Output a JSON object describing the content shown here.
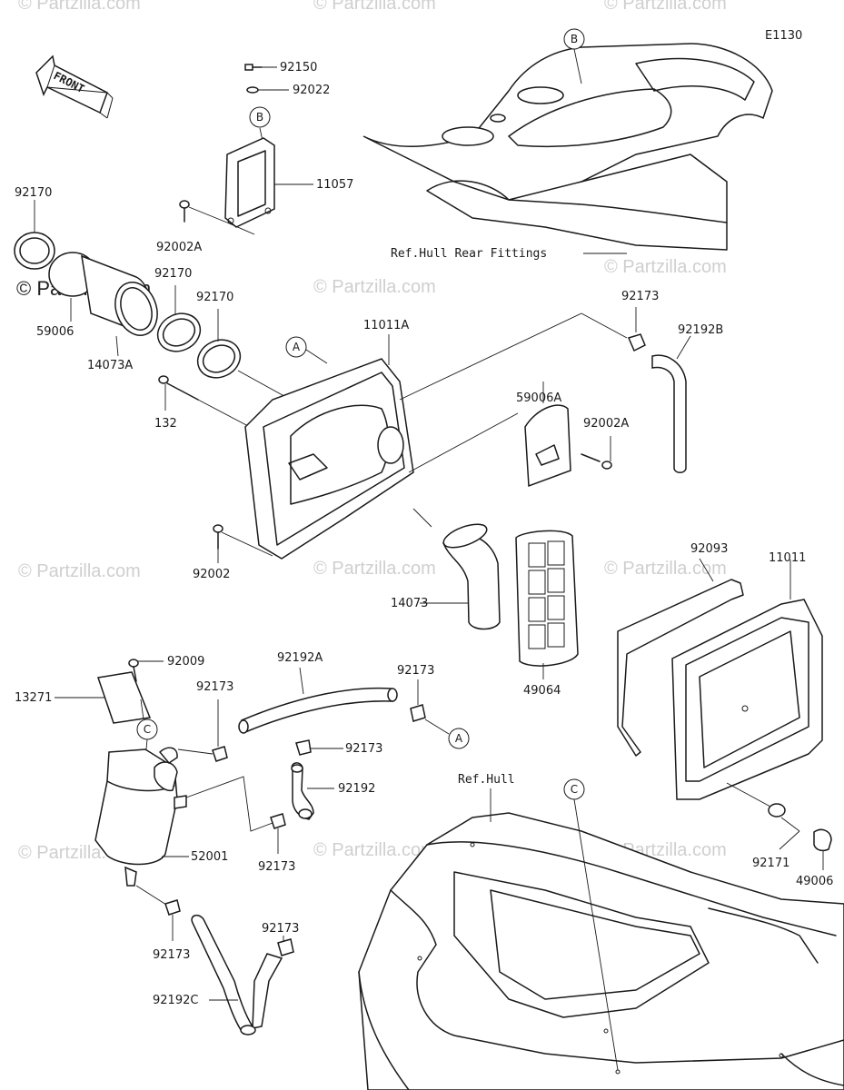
{
  "diagram_code": "E1130",
  "front_arrow_label": "FRONT",
  "watermark": "© Partzilla.com",
  "refs": {
    "hull_rear_fittings": "Ref.Hull Rear Fittings",
    "hull": "Ref.Hull"
  },
  "callouts": {
    "a1": "A",
    "a2": "A",
    "b1": "B",
    "b2": "B",
    "c1": "C",
    "c2": "C"
  },
  "part_numbers": {
    "p92150": "92150",
    "p92022": "92022",
    "p11057": "11057",
    "p92170a": "92170",
    "p92002a_top": "92002A",
    "p92170b": "92170",
    "p59006": "59006",
    "p92170c": "92170",
    "p14073a": "14073A",
    "p11011a": "11011A",
    "p132": "132",
    "p92173_top": "92173",
    "p92192b": "92192B",
    "p59006a": "59006A",
    "p92002a_right": "92002A",
    "p92002": "92002",
    "p14073": "14073",
    "p49064": "49064",
    "p92093": "92093",
    "p11011": "11011",
    "p92009": "92009",
    "p92192a": "92192A",
    "p92173_mid": "92173",
    "p13271": "13271",
    "p92173_left": "92173",
    "p92173_hose": "92173",
    "p92192": "92192",
    "p52001": "52001",
    "p92173_low": "92173",
    "p92171": "92171",
    "p49006": "49006",
    "p92173_bl": "92173",
    "p92173_br": "92173",
    "p92192c": "92192C"
  }
}
